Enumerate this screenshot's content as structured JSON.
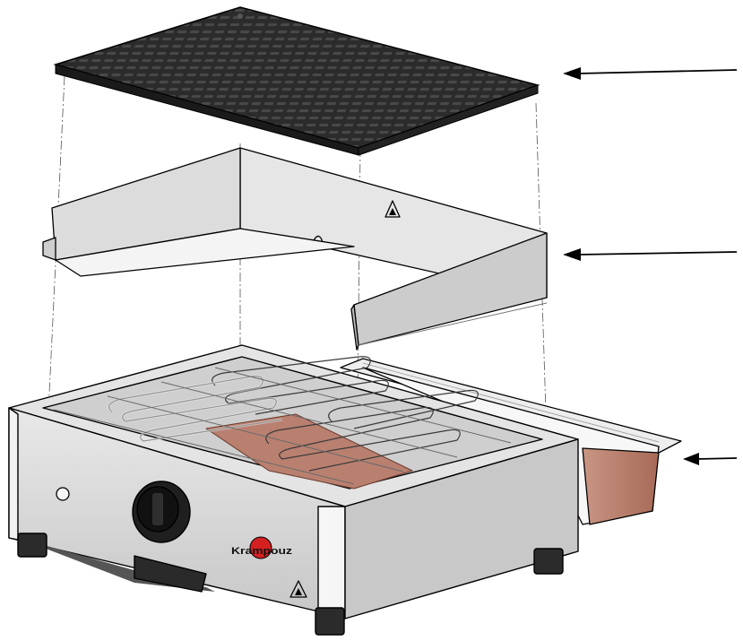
{
  "diagram": {
    "type": "exploded-assembly-view",
    "components": [
      {
        "name": "grill-grate",
        "color": "#2b2b2b"
      },
      {
        "name": "wind-shield",
        "color": "#dcdcdc"
      },
      {
        "name": "grill-body",
        "color": "#d9d9d9"
      },
      {
        "name": "drip-tray",
        "color": "#b98070"
      }
    ],
    "brand_logo": {
      "text": "Krampouz",
      "accent_color": "#d42020"
    },
    "callout_arrows": 3,
    "line_color": "#000000"
  }
}
